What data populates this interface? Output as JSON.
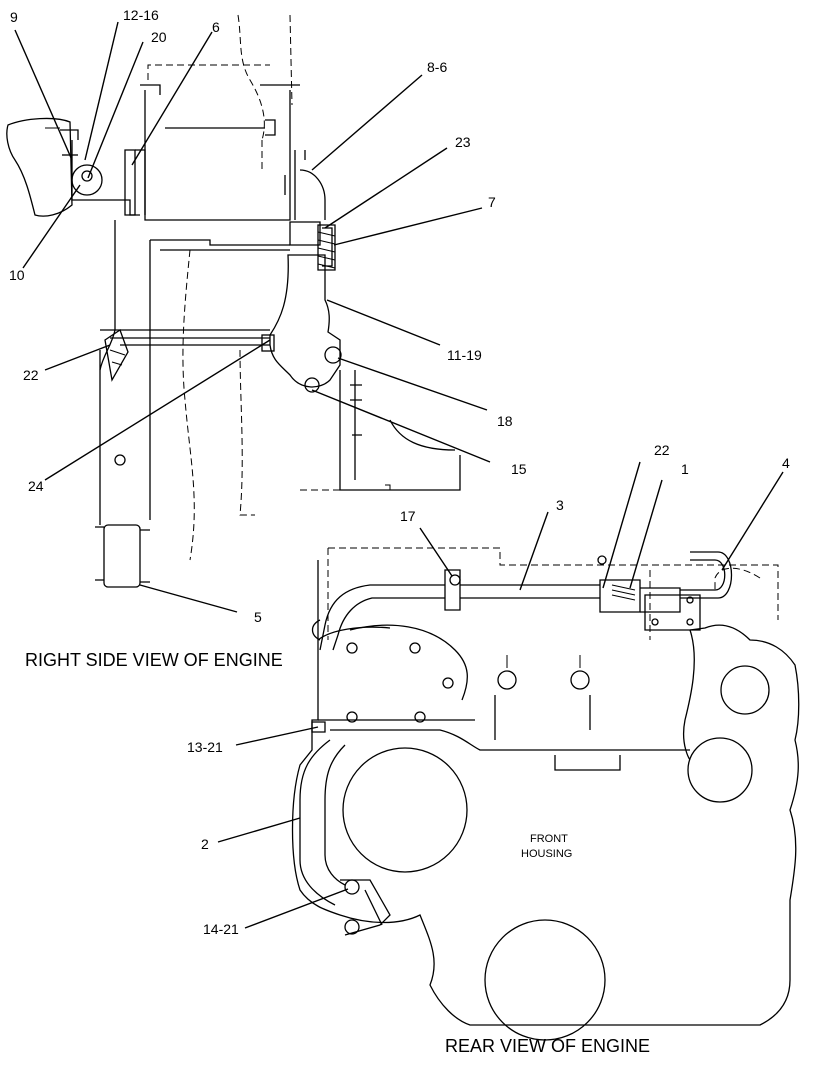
{
  "views": {
    "right_side_title": "RIGHT SIDE VIEW OF ENGINE",
    "rear_title": "REAR VIEW OF ENGINE",
    "front_housing_line1": "FRONT",
    "front_housing_line2": "HOUSING"
  },
  "callouts": {
    "c9": "9",
    "c12_16": "12-16",
    "c20": "20",
    "c6": "6",
    "c8_6": "8-6",
    "c23": "23",
    "c7": "7",
    "c10": "10",
    "c11_19": "11-19",
    "c22_left": "22",
    "c18": "18",
    "c15": "15",
    "c24": "24",
    "c5": "5",
    "c22_right": "22",
    "c1": "1",
    "c4": "4",
    "c17": "17",
    "c3": "3",
    "c13_21": "13-21",
    "c2": "2",
    "c14_21": "14-21"
  }
}
